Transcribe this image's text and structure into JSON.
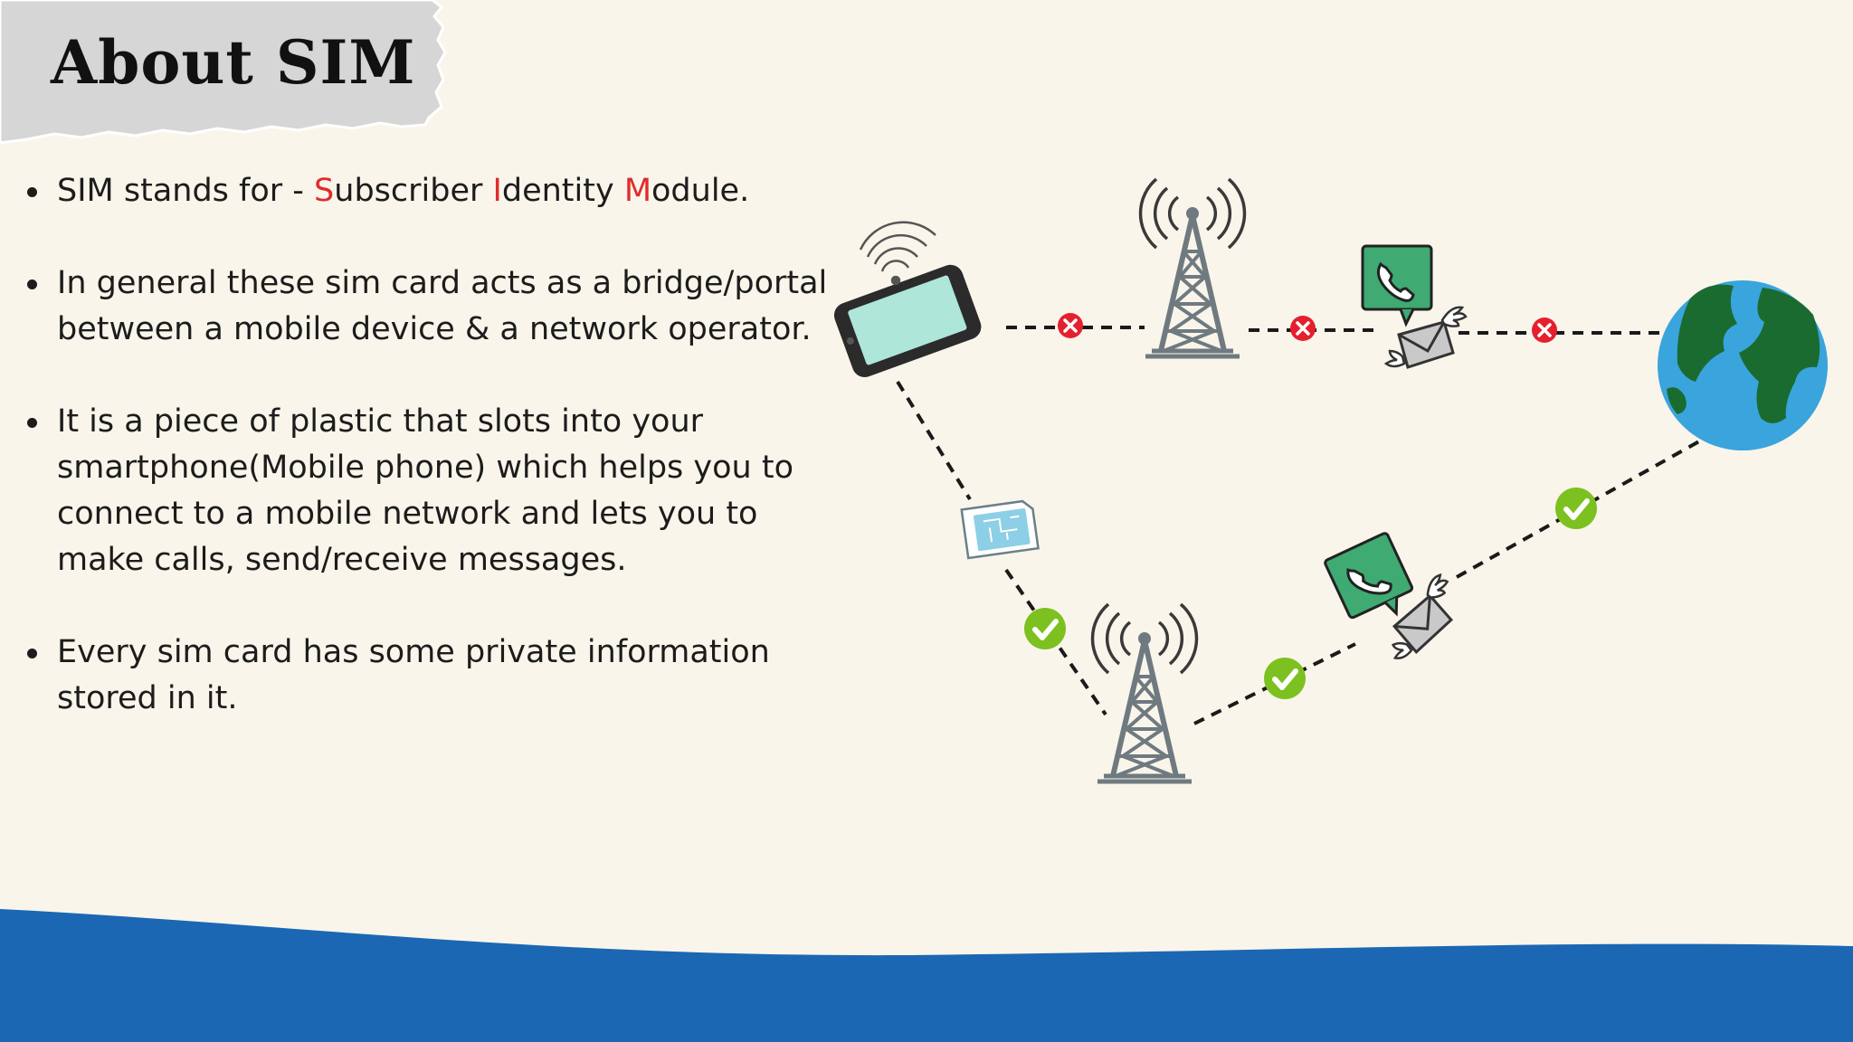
{
  "slide": {
    "title": "About SIM",
    "bullets": [
      {
        "text_before": "SIM stands for - ",
        "acronym": [
          {
            "letter": "S",
            "rest": "ubscriber "
          },
          {
            "letter": "I",
            "rest": "dentity "
          },
          {
            "letter": "M",
            "rest": "odule."
          }
        ]
      },
      {
        "text": "In general these sim card acts as a bridge/portal between a mobile device & a network operator."
      },
      {
        "text": "It is a piece of plastic that slots into your smartphone(Mobile phone) which helps you to connect to a mobile network and lets you to make calls, send/receive messages."
      },
      {
        "text": "Every sim card has some private information stored in it."
      }
    ]
  },
  "colors": {
    "background": "#f9f5ea",
    "title_paper": "#d6d6d6",
    "highlight_letter": "#e02b2b",
    "wave": "#1b67b4",
    "blocked_marker": "#e5202e",
    "success_marker": "#7cc11f",
    "chat_bubble": "#3faa72"
  },
  "diagram": {
    "nodes": [
      {
        "id": "smartphone",
        "icon": "smartphone-icon"
      },
      {
        "id": "tower-top",
        "icon": "signal-tower-icon"
      },
      {
        "id": "message-top",
        "icon": "phone-call-message-icon"
      },
      {
        "id": "globe",
        "icon": "globe-icon"
      },
      {
        "id": "sim-card",
        "icon": "sim-card-icon"
      },
      {
        "id": "tower-bottom",
        "icon": "signal-tower-icon"
      },
      {
        "id": "message-bottom",
        "icon": "phone-call-message-icon"
      }
    ],
    "paths": [
      {
        "route": "top",
        "via": [
          "smartphone",
          "tower-top",
          "message-top",
          "globe"
        ],
        "status": "blocked",
        "marker_icon": "cross-icon",
        "marker_count": 3
      },
      {
        "route": "bottom",
        "via": [
          "smartphone",
          "sim-card",
          "tower-bottom",
          "message-bottom",
          "globe"
        ],
        "status": "connected",
        "marker_icon": "check-icon",
        "marker_count": 3
      }
    ]
  }
}
